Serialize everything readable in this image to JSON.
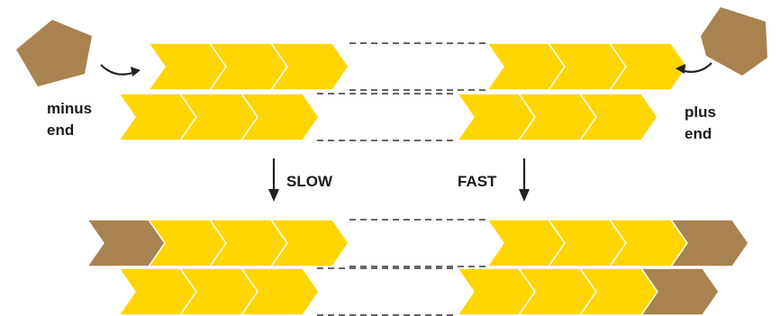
{
  "labels": {
    "minus_end": [
      "minus",
      "end"
    ],
    "plus_end": [
      "plus",
      "end"
    ],
    "slow": "SLOW",
    "fast": "FAST"
  },
  "colors": {
    "subunit": "#FFD500",
    "subunit_edge": "#ffffff",
    "added_subunit": "#A8834F",
    "dash": "#666666",
    "arrow": "#222222"
  }
}
